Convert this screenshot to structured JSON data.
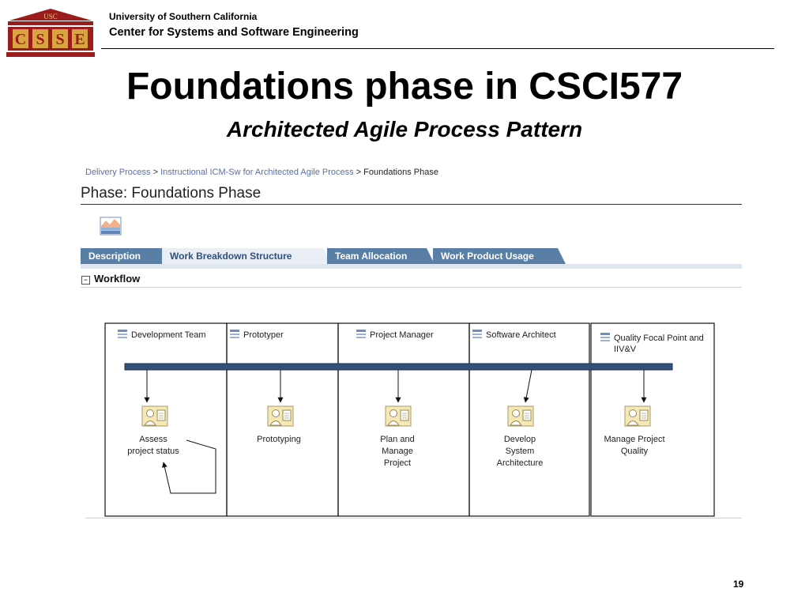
{
  "header": {
    "logo_top": "USC",
    "logo_letters": [
      "C",
      "S",
      "S",
      "E"
    ],
    "org_line1": "University of Southern California",
    "org_line2": "Center for Systems and Software Engineering"
  },
  "slide": {
    "title": "Foundations phase in CSCI577",
    "subtitle": "Architected Agile Process Pattern",
    "page_number": "19"
  },
  "breadcrumb": {
    "items": [
      "Delivery Process",
      "Instructional ICM-Sw  for Architected Agile Process"
    ],
    "separator": ">",
    "current": "> Foundations Phase"
  },
  "phase": {
    "title": "Phase: Foundations Phase"
  },
  "tabs": [
    {
      "label": "Description",
      "active": false
    },
    {
      "label": "Work Breakdown Structure",
      "active": true
    },
    {
      "label": "Team Allocation",
      "active": false
    },
    {
      "label": "Work Product Usage",
      "active": false
    }
  ],
  "workflow": {
    "toggle": "−",
    "label": "Workflow"
  },
  "lanes": [
    {
      "title": "Development Team",
      "activity": [
        "Assess",
        "project status"
      ]
    },
    {
      "title": "Prototyper",
      "activity": [
        "Prototyping"
      ]
    },
    {
      "title": "Project Manager",
      "activity": [
        "Plan and",
        "Manage",
        "Project"
      ]
    },
    {
      "title": "Software Architect",
      "activity": [
        "Develop",
        "System",
        "Architecture"
      ]
    },
    {
      "title": "Quality Focal Point and IIV&V",
      "title_lines": [
        "Quality Focal Point and",
        "IIV&V"
      ],
      "activity": [
        "Manage Project",
        "Quality"
      ]
    }
  ],
  "colors": {
    "tab": "#5a7fa6",
    "tab_active_bg": "#e9eef5",
    "bar": "#33507a",
    "logo_red": "#9b1c1c",
    "logo_gold": "#d8a540",
    "link": "#5a6fa8"
  }
}
